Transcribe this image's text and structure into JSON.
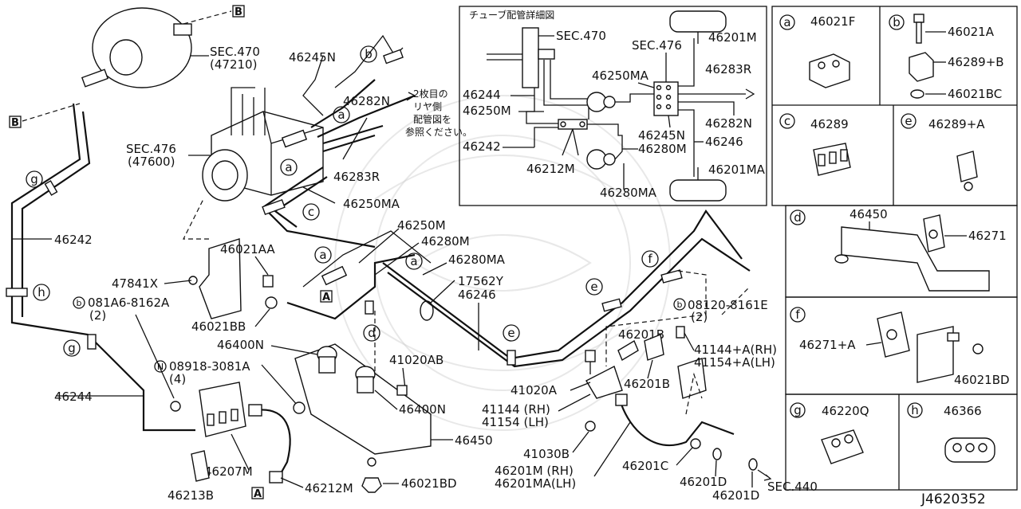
{
  "diagram": {
    "code": "J4620352",
    "inset": {
      "title": "チューブ配管詳細図",
      "labels": [
        "SEC.470",
        "46244",
        "46250M",
        "46242",
        "46212M",
        "SEC.476",
        "46250MA",
        "46245N",
        "46280M",
        "46280MA",
        "46201M",
        "46283R",
        "46282N",
        "46246",
        "46201MA"
      ]
    },
    "panels": {
      "a": {
        "letter": "a",
        "parts": [
          "46021F"
        ]
      },
      "b": {
        "letter": "b",
        "parts": [
          "46021A",
          "46289+B",
          "46021BC"
        ]
      },
      "c": {
        "letter": "c",
        "parts": [
          "46289"
        ]
      },
      "e": {
        "letter": "e",
        "parts": [
          "46289+A"
        ]
      },
      "d": {
        "letter": "d",
        "parts": [
          "46450",
          "46271"
        ]
      },
      "f": {
        "letter": "f",
        "parts": [
          "46271+A",
          "46021BD"
        ]
      },
      "g": {
        "letter": "g",
        "parts": [
          "46220Q"
        ]
      },
      "h": {
        "letter": "h",
        "parts": [
          "46366"
        ]
      }
    },
    "main_labels": {
      "sec470": "SEC.470",
      "sec470_ref": "(47210)",
      "sec476": "SEC.476",
      "sec476_ref": "(47600)",
      "l46245N": "46245N",
      "l46282N": "46282N",
      "l46283R": "46283R",
      "l46250MA": "46250MA",
      "l46242": "46242",
      "l46250M": "46250M",
      "l46280M": "46280M",
      "l46280MA": "46280MA",
      "l17562Y": "17562Y",
      "l46246": "46246",
      "l46021AA": "46021AA",
      "l47841X": "47841X",
      "l081A6": "081A6-8162A",
      "l081A6_qty": "(2)",
      "l46021BB": "46021BB",
      "l46400N_a": "46400N",
      "l41020AB": "41020AB",
      "l08918": "08918-3081A",
      "l08918_qty": "(4)",
      "l46244": "46244",
      "l46400N_b": "46400N",
      "l46450": "46450",
      "l46207M": "46207M",
      "l46212M": "46212M",
      "l46213B": "46213B",
      "l46021BD": "46021BD",
      "l41020A": "41020A",
      "l41144": "41144 (RH)",
      "l41154": "41154 (LH)",
      "l41030B": "41030B",
      "l46201M_rh": "46201M (RH)",
      "l46201MA_lh": "46201MA(LH)",
      "l46201B_a": "46201B",
      "l46201B_b": "46201B",
      "l08120": "08120-8161E",
      "l08120_qty": "(2)",
      "l41144A": "41144+A(RH)",
      "l41154A": "41154+A(LH)",
      "l46201C": "46201C",
      "l46201D_a": "46201D",
      "l46201D_b": "46201D",
      "sec440": "SEC.440",
      "note_line1": "2枚目の",
      "note_line2": "リヤ側",
      "note_line3": "配管図を",
      "note_line4": "参照ください。"
    },
    "markers": {
      "B": "B",
      "A": "A",
      "b_circle": "b",
      "N_circle": "N"
    }
  }
}
